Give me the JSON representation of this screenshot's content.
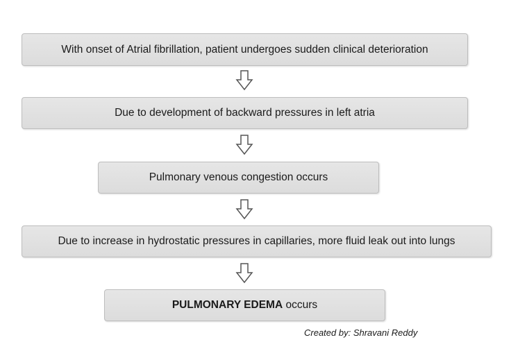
{
  "flowchart": {
    "steps": [
      {
        "text": "With onset of Atrial fibrillation, patient undergoes sudden clinical deterioration"
      },
      {
        "text": "Due to development of backward pressures in left atria"
      },
      {
        "text": "Pulmonary venous congestion occurs"
      },
      {
        "text": "Due to increase in hydrostatic pressures in capillaries, more fluid leak out into lungs"
      },
      {
        "bold_text": "PULMONARY EDEMA",
        "text": " occurs"
      }
    ],
    "connector_icon": "down-arrow-icon",
    "box_color": "#e0e0e0",
    "border_color": "#bdbdbd"
  },
  "credit": "Created by: Shravani Reddy"
}
